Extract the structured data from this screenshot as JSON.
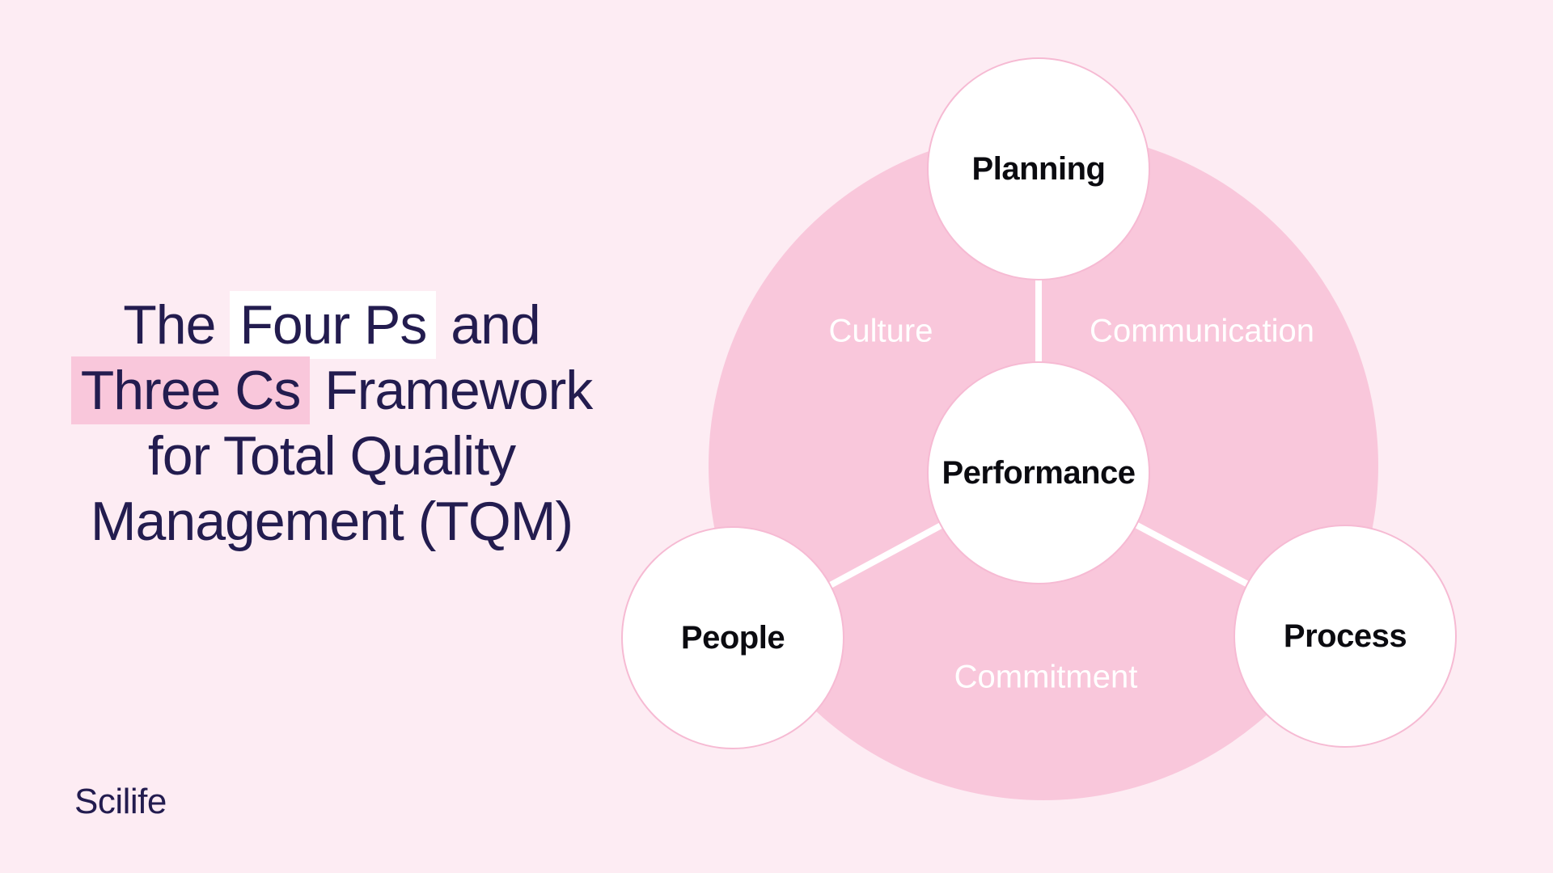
{
  "theme": {
    "background": "#FDECF3",
    "pink": "#F9C7DB",
    "title_text": "#231C4F",
    "node_text": "#0B0B10",
    "connector": "#FFFFFF",
    "highlight_white": "#FFFFFF",
    "highlight_pink": "#F9C7DB"
  },
  "title": {
    "lines": [
      {
        "pre": "The ",
        "highlight": "Four Ps",
        "post": " and"
      },
      {
        "pre": "",
        "highlight": "Three Cs",
        "post": " Framework"
      },
      {
        "pre": "for Total Quality",
        "highlight": "",
        "post": ""
      },
      {
        "pre": "Management (TQM)",
        "highlight": "",
        "post": ""
      }
    ]
  },
  "logo": {
    "text": "Scilife"
  },
  "diagram": {
    "nodes": [
      {
        "id": "planning",
        "label": "Planning"
      },
      {
        "id": "performance",
        "label": "Performance"
      },
      {
        "id": "people",
        "label": "People"
      },
      {
        "id": "process",
        "label": "Process"
      }
    ],
    "ring_labels": [
      {
        "id": "culture",
        "label": "Culture"
      },
      {
        "id": "communication",
        "label": "Communication"
      },
      {
        "id": "commitment",
        "label": "Commitment"
      }
    ]
  }
}
